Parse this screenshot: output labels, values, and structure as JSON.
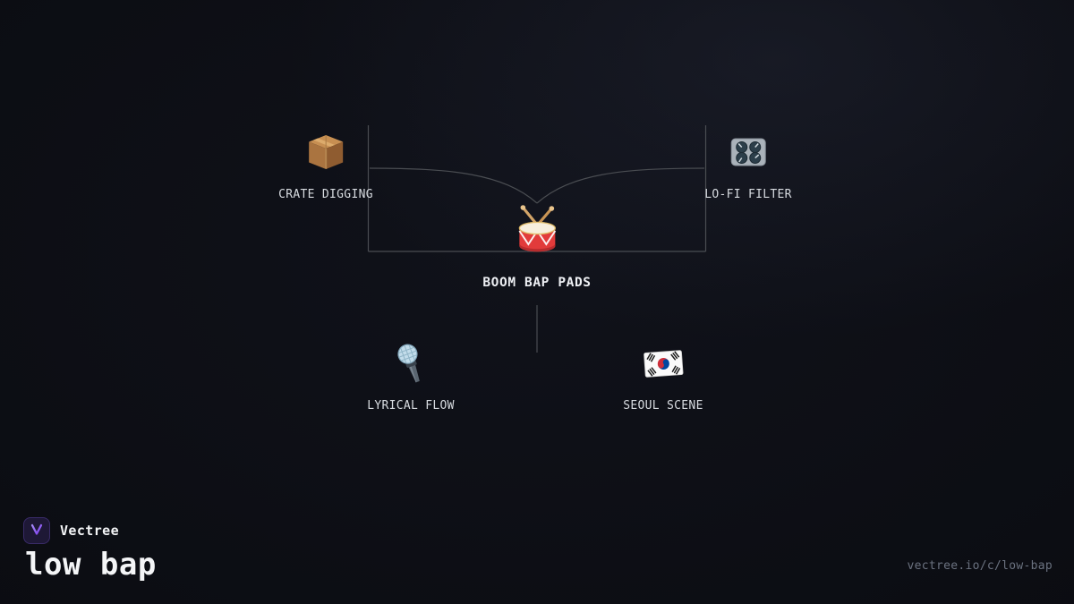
{
  "diagram": {
    "center": {
      "label": "BOOM BAP PADS",
      "icon": "drum-icon"
    },
    "nodes": [
      {
        "label": "CRATE DIGGING",
        "icon": "package-icon",
        "position": "top-left"
      },
      {
        "label": "LO-FI FILTER",
        "icon": "control-knobs-icon",
        "position": "top-right"
      },
      {
        "label": "LYRICAL FLOW",
        "icon": "microphone-icon",
        "position": "bottom-left"
      },
      {
        "label": "SEOUL SCENE",
        "icon": "south-korea-flag-icon",
        "position": "bottom-right"
      }
    ]
  },
  "branding": {
    "app_name": "Vectree",
    "title": "low bap",
    "url": "vectree.io/c/low-bap"
  },
  "colors": {
    "background": "#0a0b10",
    "connector_line": "#4a4d52",
    "node_label": "#d7dbe0",
    "center_label": "#eef0f4",
    "accent_purple": "#8b5cf6",
    "url_text": "#6b7280",
    "drum_red": "#e23b3b",
    "flag_red": "#cd2e3a",
    "flag_blue": "#0047a0"
  }
}
